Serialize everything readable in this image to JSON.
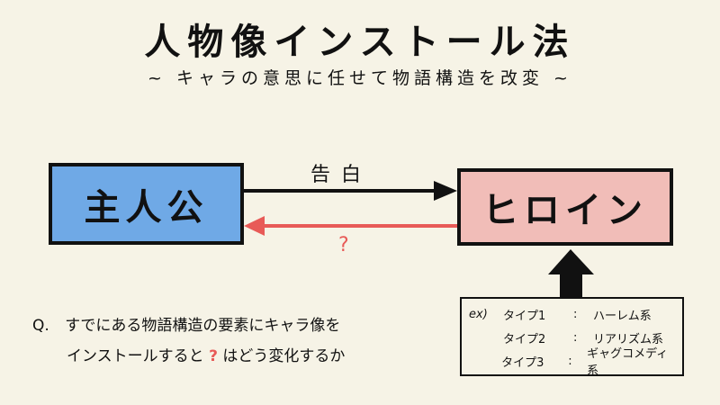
{
  "title": "人物像インストール法",
  "subtitle": "~ キャラの意思に任せて物語構造を改変 ~",
  "diagram": {
    "hero_label": "主人公",
    "heroine_label": "ヒロイン",
    "arrow_forward_label": "告白",
    "arrow_back_label": "?",
    "colors": {
      "hero_fill": "#6fa9e6",
      "heroine_fill": "#f1bdb8",
      "back_arrow": "#e85a57",
      "background": "#f6f3e6"
    }
  },
  "question": {
    "prefix": "Q.",
    "line1": "すでにある物語構造の要素にキャラ像を",
    "line2_before": "インストールすると",
    "line2_mark": "?",
    "line2_after": "はどう変化するか"
  },
  "examples": {
    "prefix": "ex)",
    "items": [
      {
        "type": "タイプ1",
        "colon": ":",
        "desc": "ハーレム系"
      },
      {
        "type": "タイプ2",
        "colon": ":",
        "desc": "リアリズム系"
      },
      {
        "type": "タイプ3",
        "colon": ":",
        "desc": "ギャグコメディ系"
      }
    ]
  }
}
